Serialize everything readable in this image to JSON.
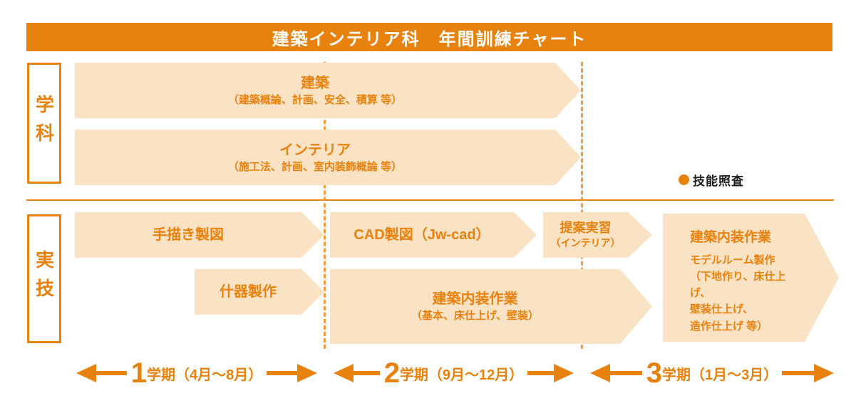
{
  "title": "建築インテリア科　年間訓練チャート",
  "sections": {
    "gakka": {
      "label": "学科"
    },
    "jitsugi": {
      "label": "実技"
    }
  },
  "bands": {
    "kenchiku": {
      "title": "建築",
      "subtitle": "（建築概論、計画、安全、積算 等）"
    },
    "interior": {
      "title": "インテリア",
      "subtitle": "（施工法、計画、室内装飾概論 等）"
    },
    "tegaki": {
      "title": "手描き製図"
    },
    "cad": {
      "title": "CAD製図（Jw-cad）"
    },
    "teian": {
      "title": "提案実習",
      "subtitle": "（インテリア）"
    },
    "juki": {
      "title": "什器製作"
    },
    "naiso2": {
      "title": "建築内装作業",
      "subtitle": "（基本、床仕上げ、壁装）"
    },
    "naiso3": {
      "title": "建築内装作業",
      "lines": [
        "モデルルーム製作",
        "（下地作り、床仕上げ、",
        "壁装仕上げ、",
        "造作仕上げ 等）"
      ]
    }
  },
  "legend": {
    "label": "技能照査"
  },
  "terms": [
    {
      "num": "1",
      "label": "学期（4月～8月）"
    },
    {
      "num": "2",
      "label": "学期（9月～12月）"
    },
    {
      "num": "3",
      "label": "3学期（1月～3月）",
      "label_text": "学期（1月～3月）"
    }
  ],
  "colors": {
    "accent": "#e8820e",
    "band": "#fae2c4",
    "dash": "#f09d42",
    "ink": "#221f1c"
  }
}
